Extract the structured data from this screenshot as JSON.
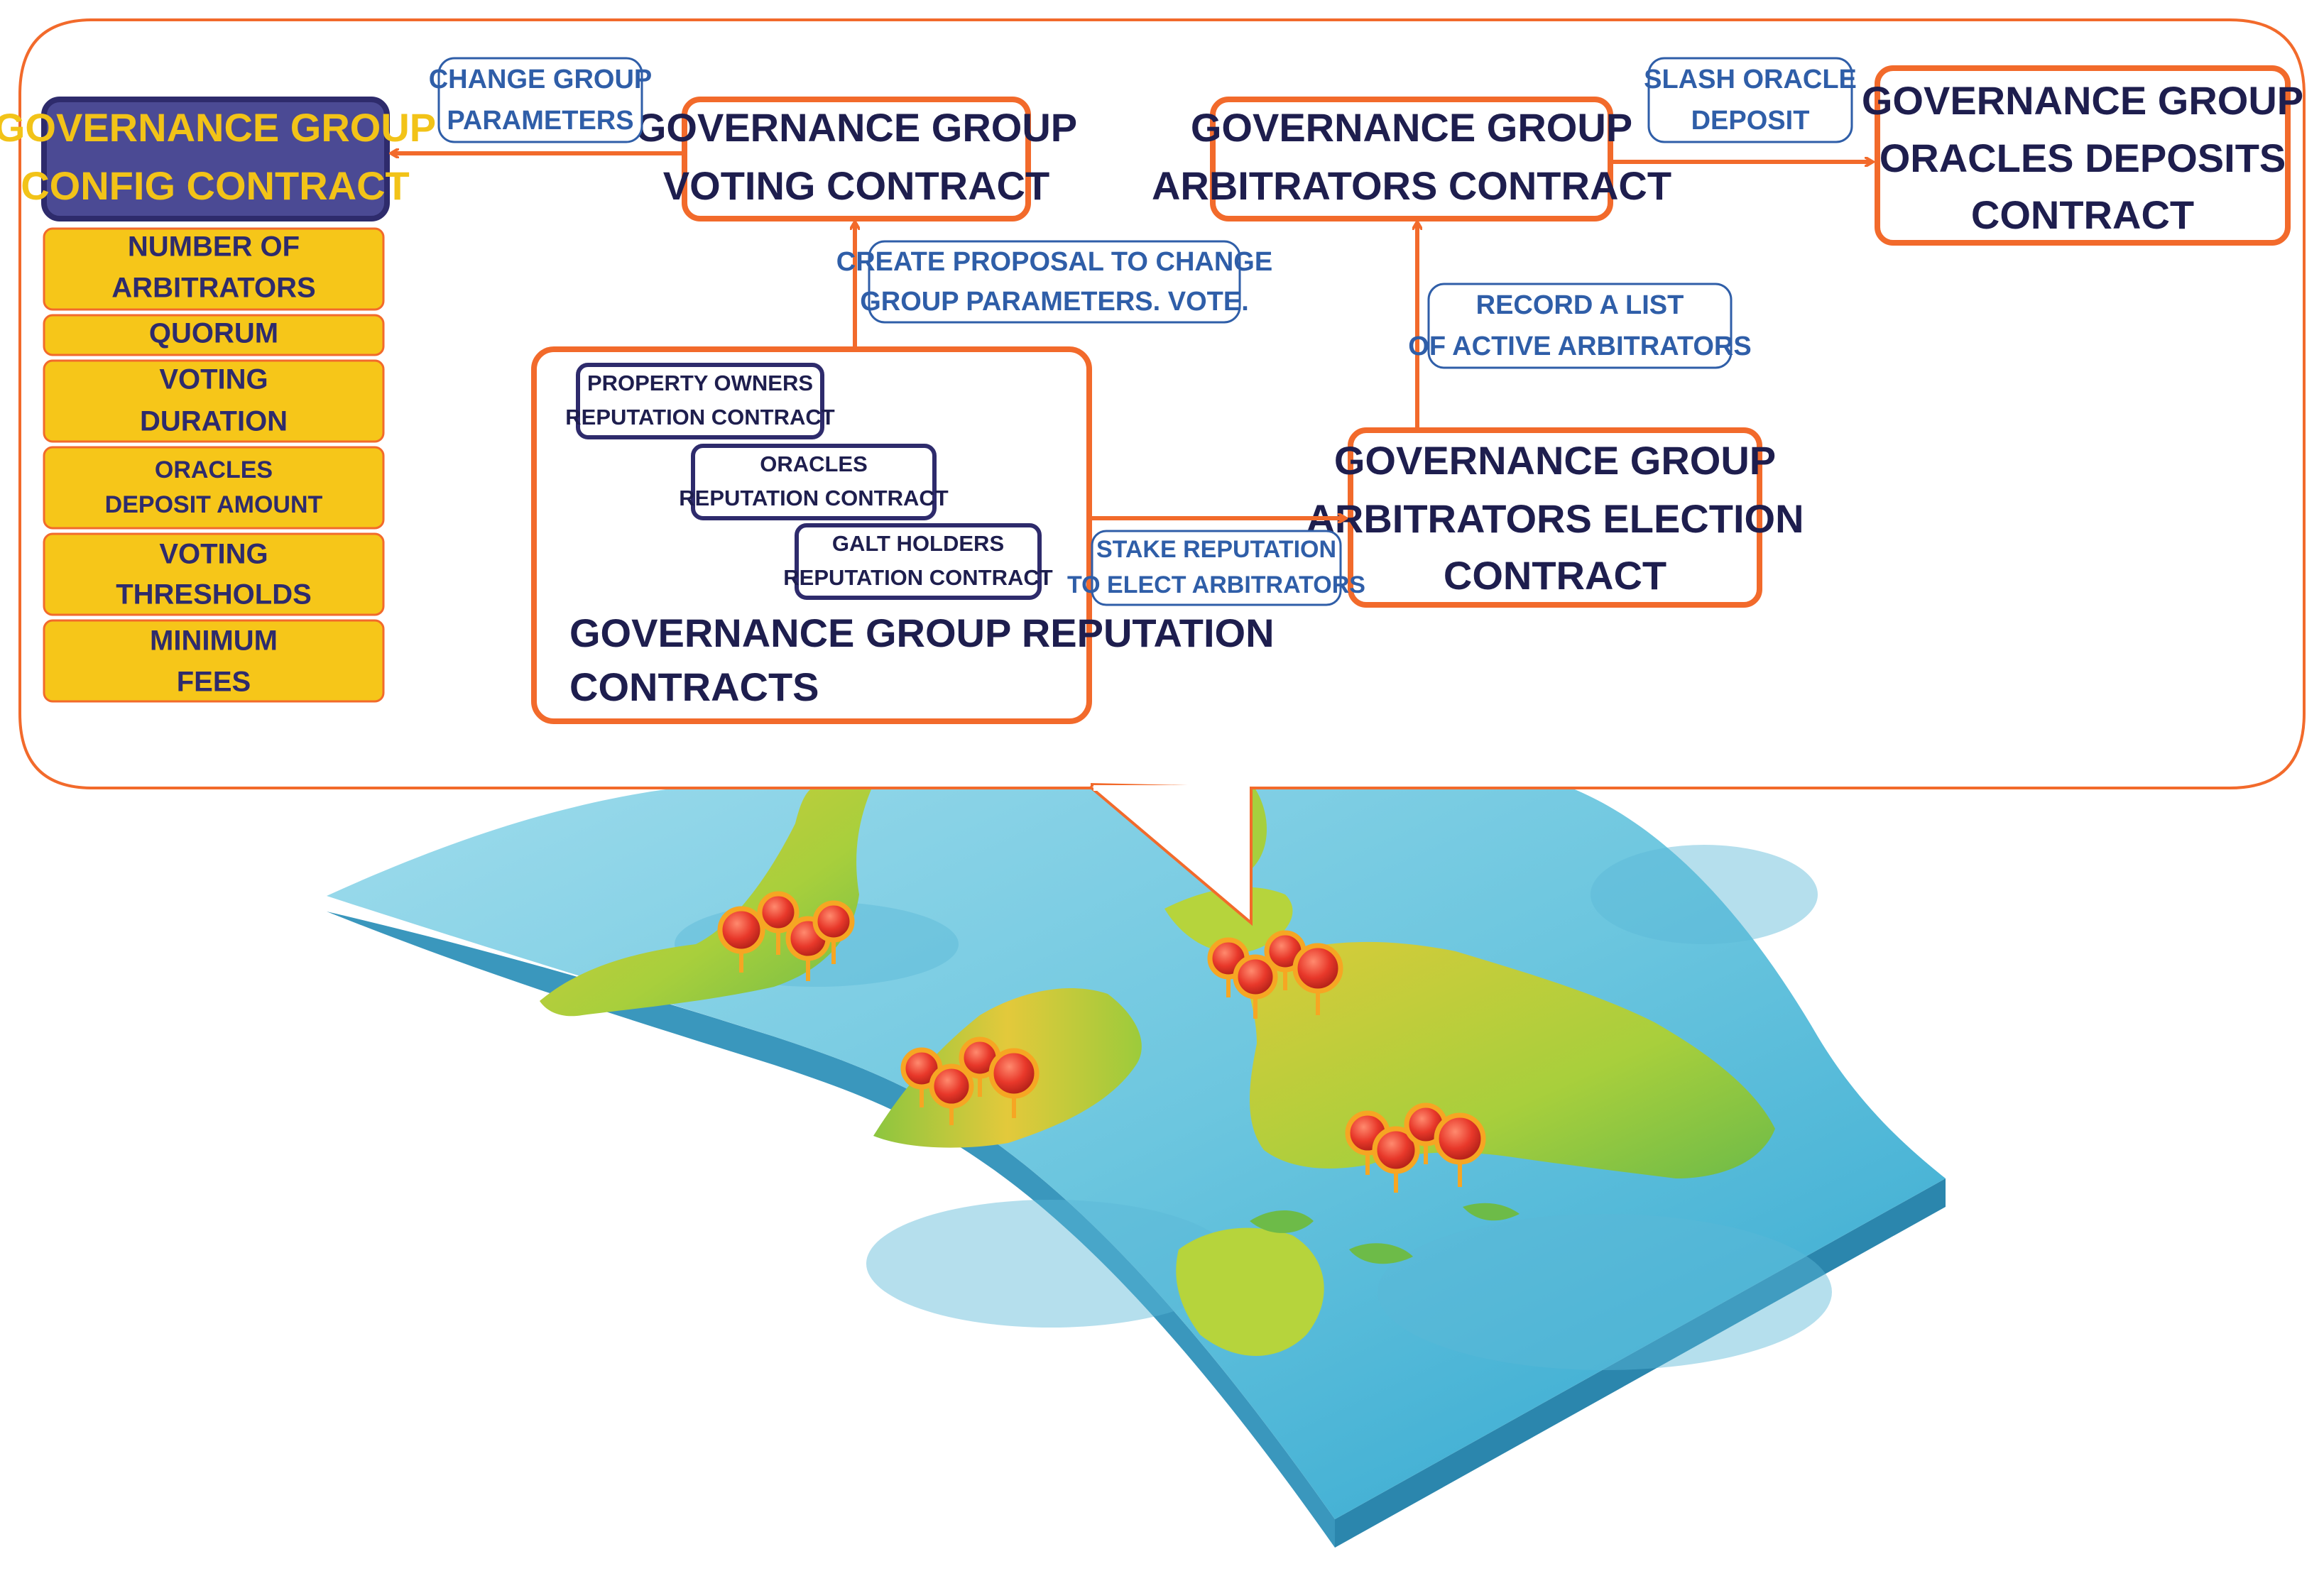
{
  "colors": {
    "accent_orange": "#f26a2b",
    "config_title_bg": "#4b4a94",
    "config_title_text": "#f2c318",
    "param_bg": "#f6c619",
    "label_border": "#2f5ea8",
    "label_text": "#2f5ea8",
    "ocean": "#7fd0e6",
    "land_green": "#9cc83a",
    "land_yellow": "#e6c93a",
    "pin_red": "#e8382a"
  },
  "config": {
    "title_l1": "GOVERNANCE GROUP",
    "title_l2": "CONFIG CONTRACT",
    "params": [
      {
        "l1": "NUMBER OF",
        "l2": "ARBITRATORS"
      },
      {
        "l1": "QUORUM",
        "l2": ""
      },
      {
        "l1": "VOTING",
        "l2": "DURATION"
      },
      {
        "l1": "ORACLES",
        "l2": "DEPOSIT AMOUNT"
      },
      {
        "l1": "VOTING",
        "l2": "THRESHOLDS"
      },
      {
        "l1": "MINIMUM",
        "l2": "FEES"
      }
    ]
  },
  "voting": {
    "l1": "GOVERNANCE GROUP",
    "l2": "VOTING CONTRACT"
  },
  "arbitrators": {
    "l1": "GOVERNANCE GROUP",
    "l2": "ARBITRATORS CONTRACT"
  },
  "deposits": {
    "l1": "GOVERNANCE GROUP",
    "l2": "ORACLES DEPOSITS",
    "l3": "CONTRACT"
  },
  "election": {
    "l1": "GOVERNANCE GROUP",
    "l2": "ARBITRATORS ELECTION",
    "l3": "CONTRACT"
  },
  "reputation": {
    "l1": "GOVERNANCE GROUP REPUTATION",
    "l2": "CONTRACTS",
    "subs": [
      {
        "l1": "PROPERTY OWNERS",
        "l2": "REPUTATION CONTRACT"
      },
      {
        "l1": "ORACLES",
        "l2": "REPUTATION CONTRACT"
      },
      {
        "l1": "GALT HOLDERS",
        "l2": "REPUTATION CONTRACT"
      }
    ]
  },
  "labels": {
    "change_params": {
      "l1": "CHANGE GROUP",
      "l2": "PARAMETERS"
    },
    "create_proposal": {
      "l1": "CREATE PROPOSAL TO CHANGE",
      "l2": "GROUP PARAMETERS. VOTE."
    },
    "slash_deposit": {
      "l1": "SLASH ORACLE",
      "l2": "DEPOSIT"
    },
    "record_list": {
      "l1": "RECORD A LIST",
      "l2": "OF ACTIVE ARBITRATORS"
    },
    "stake_reputation": {
      "l1": "STAKE REPUTATION",
      "l2": "TO ELECT ARBITRATORS"
    }
  }
}
